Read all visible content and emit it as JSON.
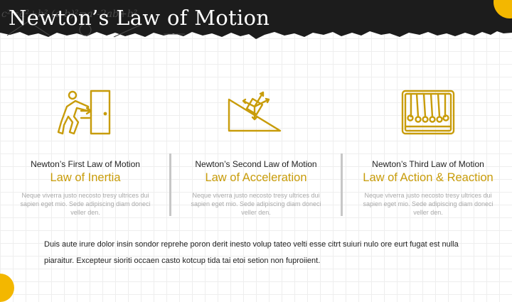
{
  "slide": {
    "title": "Newton’s Law of Motion",
    "accent_color": "#c89c0a",
    "circle_color": "#f3b700",
    "header_color": "#1c1c1c"
  },
  "laws": [
    {
      "title": "Newton’s First Law of Motion",
      "name": "Law of Inertia",
      "description": "Neque viverra justo necosto tresy ultrices dui sapien eget mio. Sede adipiscing diam doneci veller den.",
      "icon": "person-pushing-door-icon"
    },
    {
      "title": "Newton’s Second Law of Motion",
      "name": "Law of Acceleration",
      "description": "Neque viverra justo necosto tresy ultrices dui sapien eget mio. Sede adipiscing diam doneci veller den.",
      "icon": "box-on-incline-icon"
    },
    {
      "title": "Newton’s Third Law of Motion",
      "name": "Law of Action & Reaction",
      "description": "Neque viverra justo necosto tresy ultrices dui sapien eget mio. Sede adipiscing diam doneci veller den.",
      "icon": "newtons-cradle-icon"
    }
  ],
  "footer": {
    "text": "Duis aute irure dolor insin sondor reprehe poron derit inesto volup tateo velti esse citrt suiuri nulo ore eurt fugat est nulla piaraitur. Excepteur sioriti occaen casto kotcup tida tai etoi setion non fuproiient."
  }
}
